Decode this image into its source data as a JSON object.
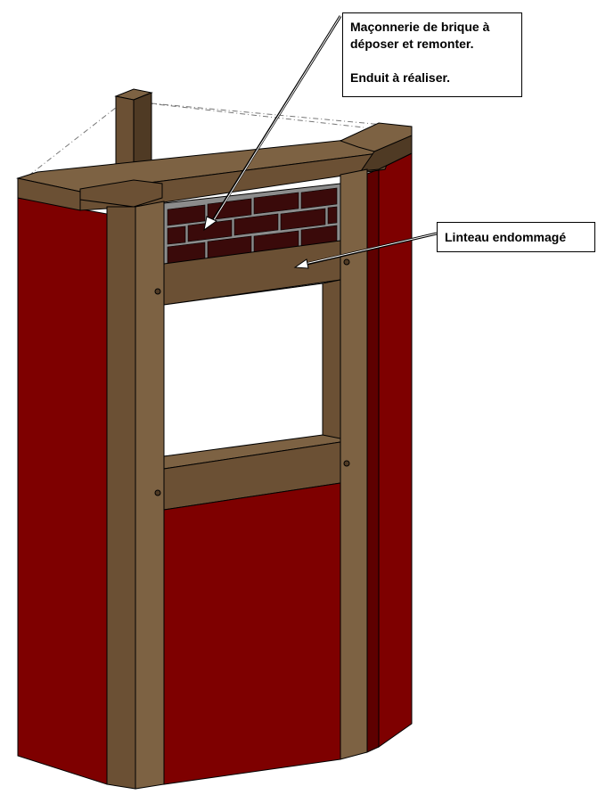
{
  "annotations": {
    "masonry": {
      "line1": "Maçonnerie de brique à",
      "line2": "déposer et remonter.",
      "line3": "Enduit à réaliser."
    },
    "lintel": {
      "label": "Linteau endommagé"
    }
  },
  "colors": {
    "timber": "#6b5034",
    "timber_dark": "#4f3a24",
    "timber_light": "#7d6243",
    "panel_red": "#7e0000",
    "panel_red_dark": "#5e0000",
    "brick": "#3a0a0a",
    "mortar": "#8c8c8c",
    "outline": "#000000"
  }
}
